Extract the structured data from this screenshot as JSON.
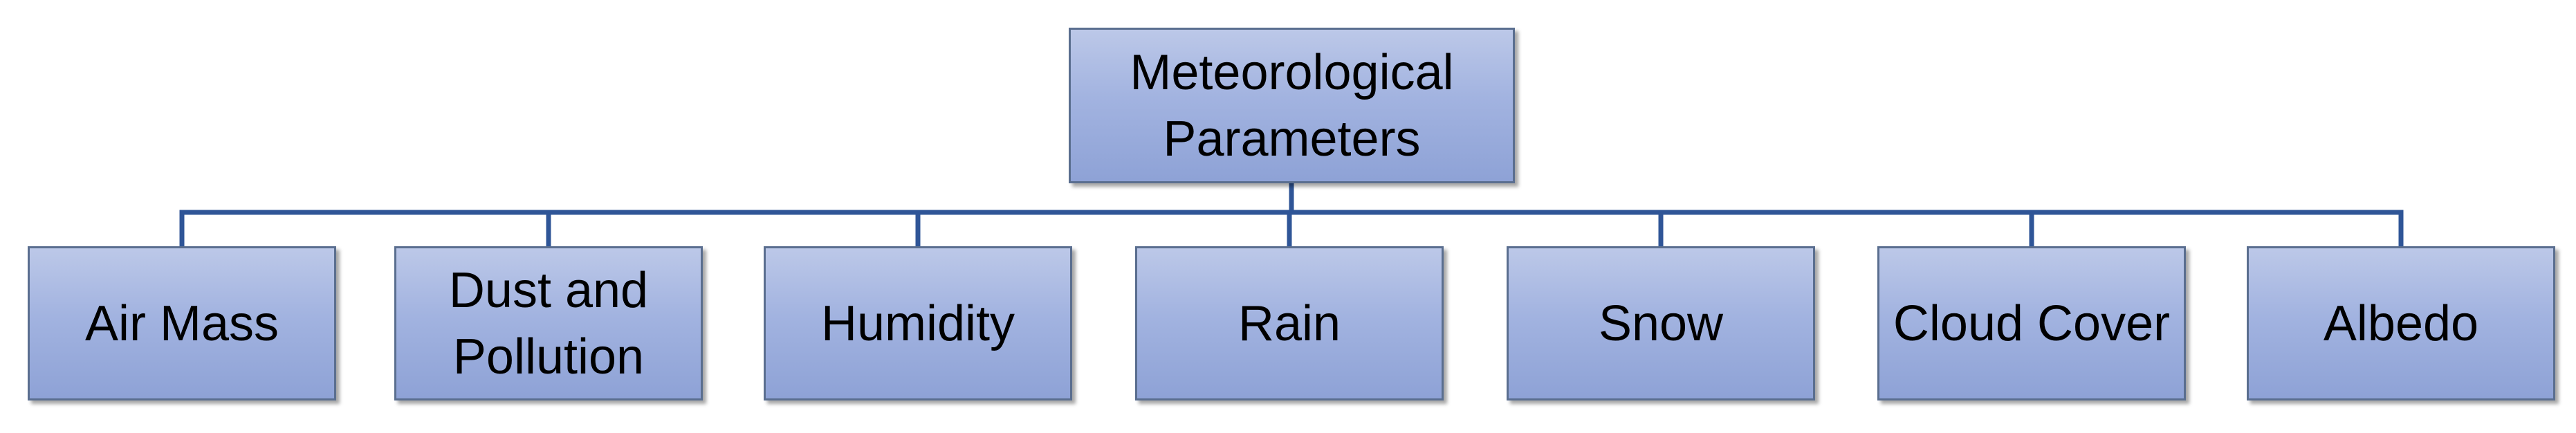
{
  "diagram": {
    "root": {
      "label": "Meteorological\nParameters"
    },
    "children": [
      {
        "label": "Air Mass"
      },
      {
        "label": "Dust and\nPollution"
      },
      {
        "label": "Humidity"
      },
      {
        "label": "Rain"
      },
      {
        "label": "Snow"
      },
      {
        "label": "Cloud Cover"
      },
      {
        "label": "Albedo"
      }
    ],
    "colors": {
      "box_fill_top": "#bcc8e8",
      "box_fill_bottom": "#8ea2d6",
      "box_border": "#5a6e8f",
      "connector": "#2f5597",
      "text": "#000000"
    }
  }
}
